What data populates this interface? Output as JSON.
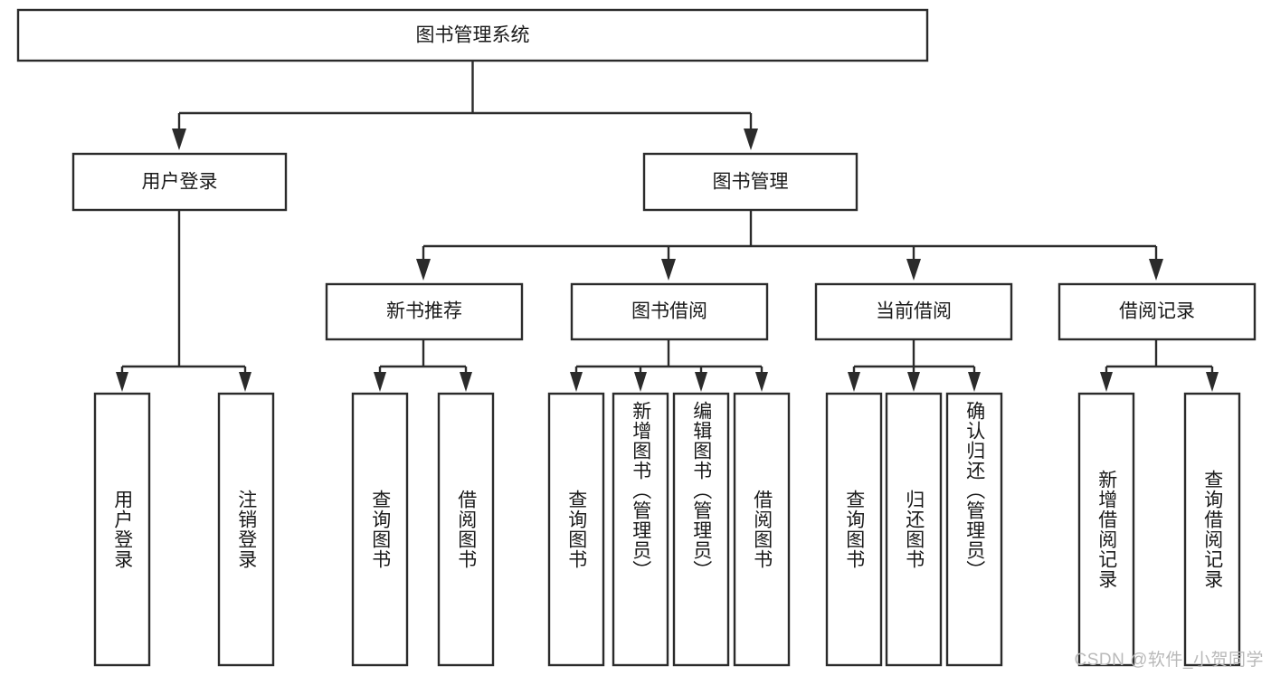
{
  "diagram": {
    "title": "图书管理系统",
    "type": "tree-hierarchy-chart",
    "root": {
      "id": "root",
      "label": "图书管理系统"
    },
    "level2": [
      {
        "id": "user-login",
        "label": "用户登录"
      },
      {
        "id": "book-manage",
        "label": "图书管理"
      }
    ],
    "level3": [
      {
        "id": "new-book-recommend",
        "label": "新书推荐",
        "parent": "book-manage"
      },
      {
        "id": "book-borrow",
        "label": "图书借阅",
        "parent": "book-manage"
      },
      {
        "id": "current-borrow",
        "label": "当前借阅",
        "parent": "book-manage"
      },
      {
        "id": "borrow-record",
        "label": "借阅记录",
        "parent": "book-manage"
      }
    ],
    "leaves": [
      {
        "id": "leaf-user-login",
        "label": "用户登录",
        "parent": "user-login"
      },
      {
        "id": "leaf-logout-login",
        "label": "注销登录",
        "parent": "user-login"
      },
      {
        "id": "leaf-query-book-1",
        "label": "查询图书",
        "parent": "new-book-recommend"
      },
      {
        "id": "leaf-borrow-book-1",
        "label": "借阅图书",
        "parent": "new-book-recommend"
      },
      {
        "id": "leaf-query-book-2",
        "label": "查询图书",
        "parent": "book-borrow"
      },
      {
        "id": "leaf-add-book-admin",
        "label": "新增图书（管理员）",
        "parent": "book-borrow"
      },
      {
        "id": "leaf-edit-book-admin",
        "label": "编辑图书（管理员）",
        "parent": "book-borrow"
      },
      {
        "id": "leaf-borrow-book-2",
        "label": "借阅图书",
        "parent": "book-borrow"
      },
      {
        "id": "leaf-query-book-3",
        "label": "查询图书",
        "parent": "current-borrow"
      },
      {
        "id": "leaf-return-book",
        "label": "归还图书",
        "parent": "current-borrow"
      },
      {
        "id": "leaf-confirm-return-admin",
        "label": "确认归还（管理员）",
        "parent": "current-borrow"
      },
      {
        "id": "leaf-add-borrow-record",
        "label": "新增借阅记录",
        "parent": "borrow-record"
      },
      {
        "id": "leaf-query-borrow-record",
        "label": "查询借阅记录",
        "parent": "borrow-record"
      }
    ],
    "watermark": "CSDN @软件_小贺同学",
    "colors": {
      "stroke": "#2b2b2b",
      "box_fill": "#ffffff",
      "text": "#1a1a1a",
      "watermark": "#b9b9b9",
      "background": "#ffffff"
    }
  }
}
